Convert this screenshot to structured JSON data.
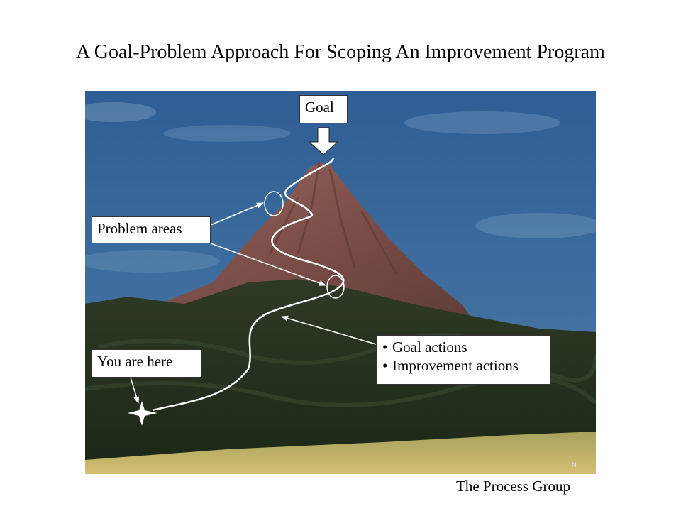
{
  "slide": {
    "title": "A Goal-Problem Approach For Scoping An Improvement Program",
    "footer": "The Process Group",
    "photo_mark": "N"
  },
  "callouts": {
    "goal": "Goal",
    "problem_areas": "Problem areas",
    "you_are_here": "You are here",
    "actions": [
      "Goal actions",
      "Improvement actions"
    ]
  },
  "icons": {
    "goal_arrow": "down-arrow-icon",
    "you_are_here_marker": "four-point-star-icon",
    "problem_marker": "ellipse-outline"
  },
  "colors": {
    "sky": "#3a6496",
    "peak_rock": "#8c5a52",
    "forest": "#24301e",
    "field": "#c8b46a",
    "path": "#ffffff",
    "callout_bg": "#ffffff",
    "text": "#000000"
  }
}
